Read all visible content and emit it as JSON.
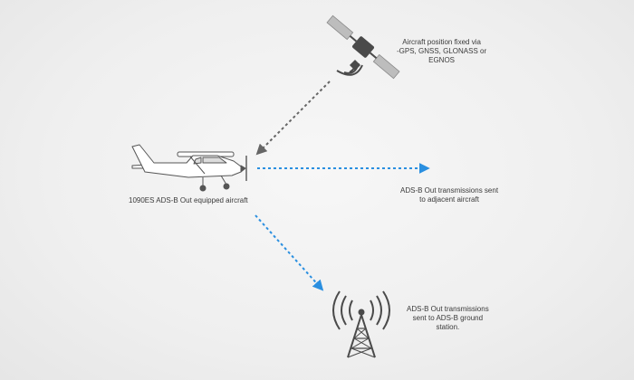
{
  "labels": {
    "satellite": {
      "lines": [
        "Aircraft position fixed via",
        "-GPS, GNSS, GLONASS or",
        "EGNOS"
      ]
    },
    "aircraft": {
      "lines": [
        "1090ES ADS-B Out equipped aircraft"
      ]
    },
    "adjacent": {
      "lines": [
        "ADS-B Out transmissions sent",
        "to adjacent aircraft"
      ]
    },
    "ground": {
      "lines": [
        "ADS-B Out transmissions",
        "sent to ADS-B ground",
        "station."
      ]
    }
  },
  "colors": {
    "gps_link": "#666666",
    "adsb_link": "#2a8fe0",
    "icon": "#4a4a4a",
    "outline": "#555555",
    "text": "#3a3a3a"
  },
  "icons": {
    "satellite": "satellite-icon",
    "aircraft": "aircraft-icon",
    "tower": "radio-tower-icon"
  }
}
